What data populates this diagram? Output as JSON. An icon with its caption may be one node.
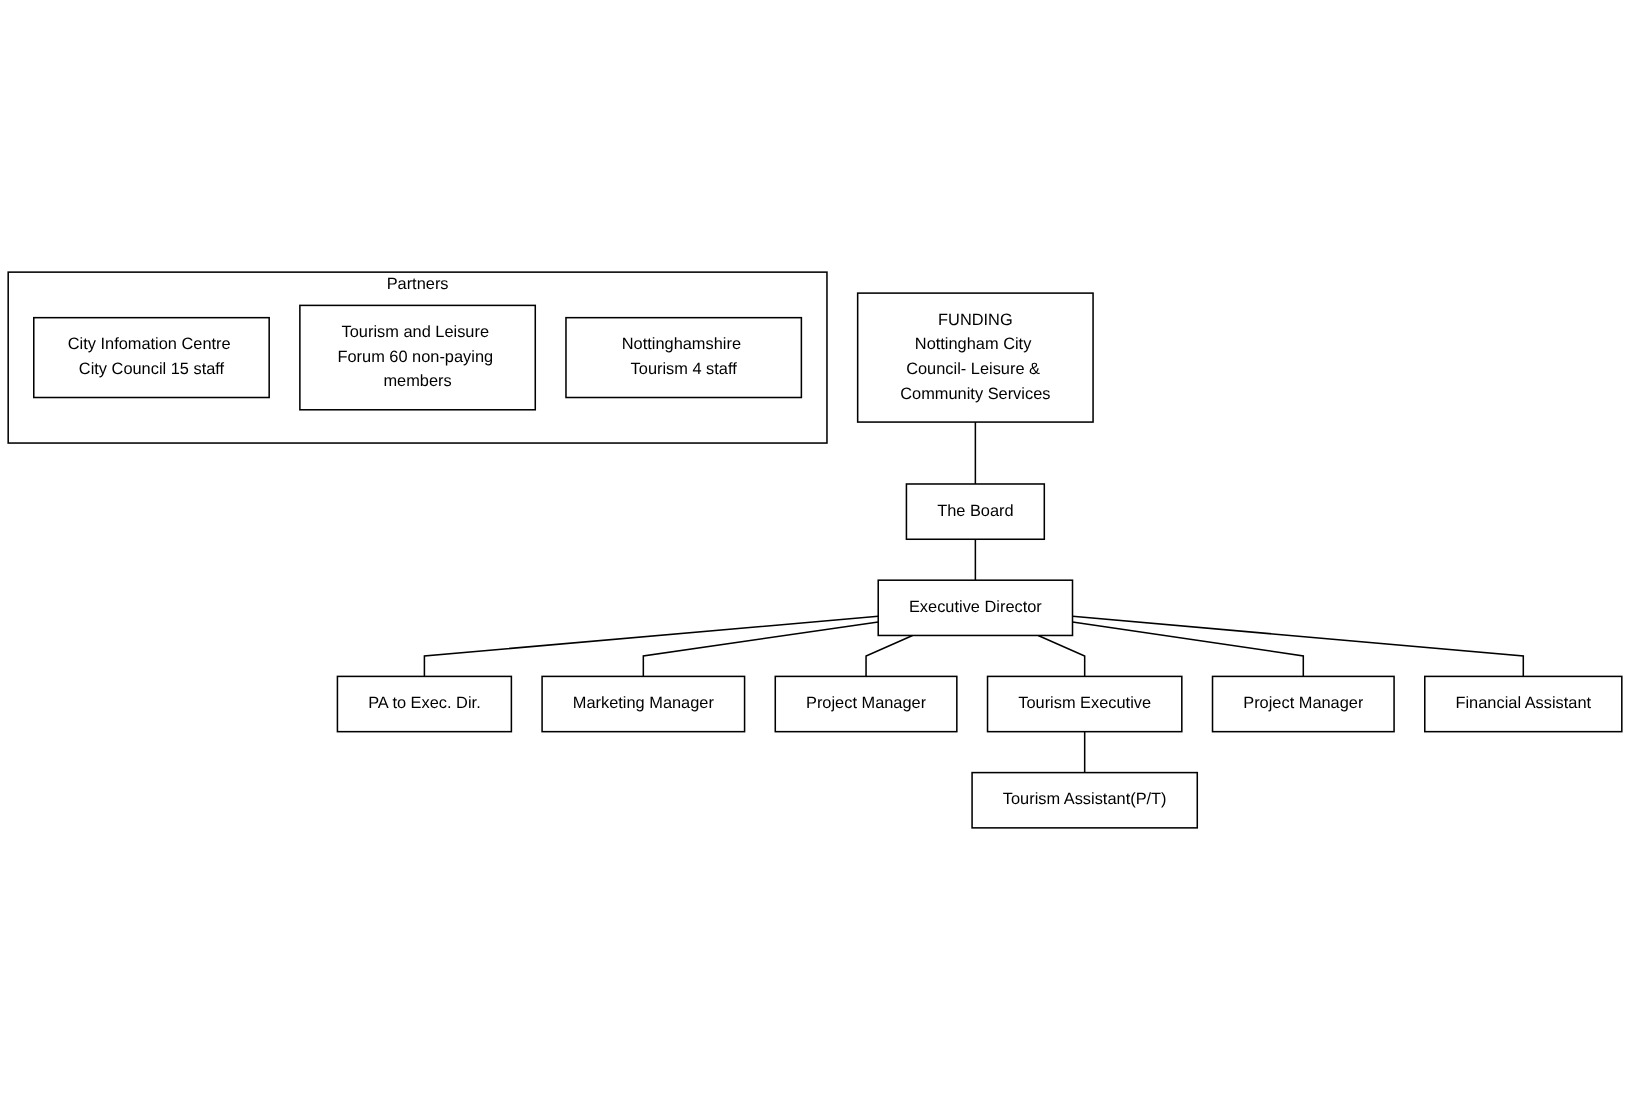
{
  "diagram": {
    "nodes": [
      {
        "text": [
          "Partners"
        ]
      },
      {
        "text": [
          "City Infomation Centre City Council 15 staff"
        ],
        "in": 0
      },
      {
        "text": [
          "Tourism and Leisure Forum 60 non-paying members"
        ],
        "in": 0
      },
      {
        "text": [
          "Nottinghamshire Tourism 4 staff"
        ],
        "in": 0
      },
      {
        "text": [
          "FUNDING",
          "Nottingham City Council- Leisure & Community Services"
        ]
      },
      {
        "text": [
          "The Board"
        ]
      },
      {
        "text": [
          "Executive Director"
        ]
      },
      {
        "text": [
          "PA to Exec. Dir."
        ]
      },
      {
        "text": [
          "Marketing Manager"
        ]
      },
      {
        "text": [
          "Project Manager"
        ]
      },
      {
        "text": [
          "Tourism Executive"
        ]
      },
      {
        "text": [
          "Tourism Assistant(P/T)"
        ]
      },
      {
        "text": [
          "Project Manager"
        ]
      },
      {
        "text": [
          "Financial Assistant"
        ]
      }
    ],
    "edges": [
      {
        "from": 4,
        "to": 5,
        "arrow": "none"
      },
      {
        "from": 5,
        "to": 6,
        "arrow": "none"
      },
      {
        "from": 6,
        "to": 7,
        "arrow": "none"
      },
      {
        "from": 6,
        "to": 8,
        "arrow": "none"
      },
      {
        "from": 6,
        "to": 9,
        "arrow": "none"
      },
      {
        "from": 6,
        "to": 10,
        "arrow": "none"
      },
      {
        "from": 6,
        "to": 12,
        "arrow": "none"
      },
      {
        "from": 6,
        "to": 13,
        "arrow": "none"
      },
      {
        "from": 10,
        "to": 11,
        "arrow": "none"
      }
    ]
  }
}
